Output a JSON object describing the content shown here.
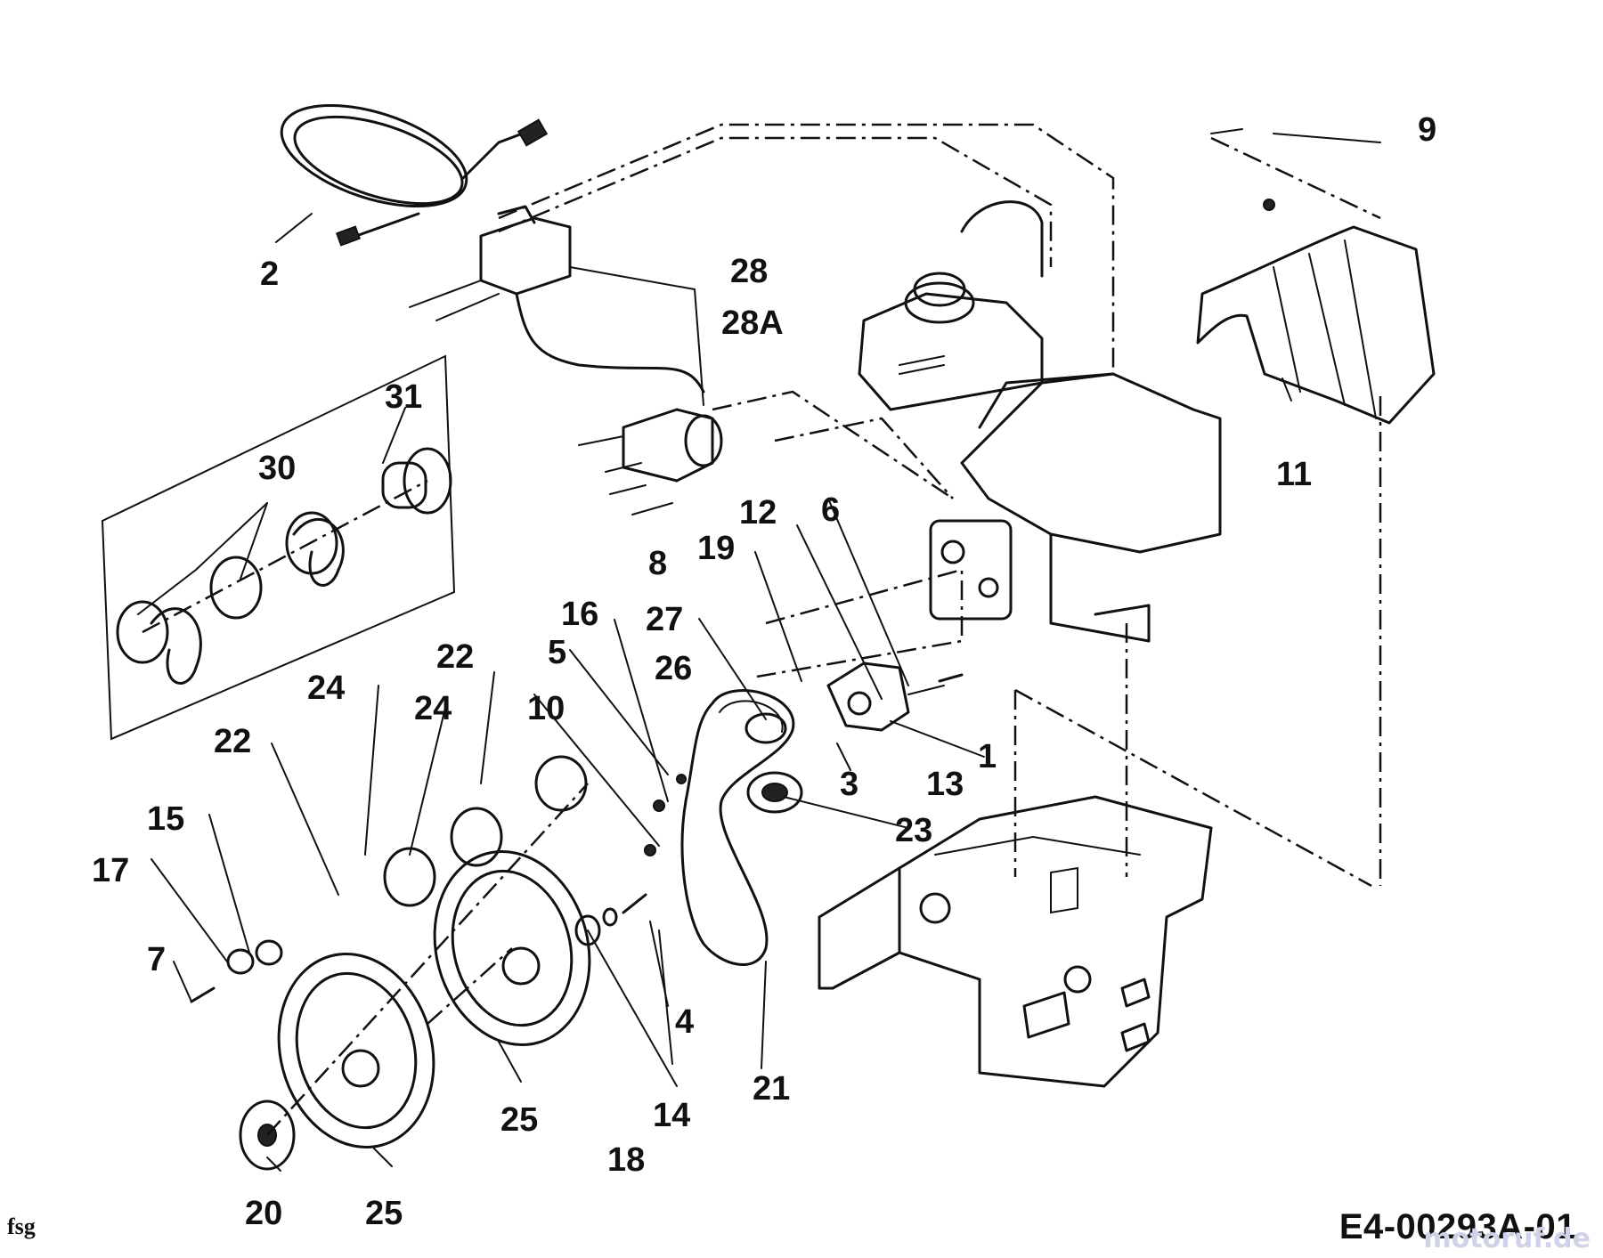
{
  "callouts": [
    {
      "id": "1",
      "text": "1"
    },
    {
      "id": "2",
      "text": "2"
    },
    {
      "id": "3",
      "text": "3"
    },
    {
      "id": "4",
      "text": "4"
    },
    {
      "id": "5",
      "text": "5"
    },
    {
      "id": "6",
      "text": "6"
    },
    {
      "id": "7",
      "text": "7"
    },
    {
      "id": "8",
      "text": "8"
    },
    {
      "id": "9",
      "text": "9"
    },
    {
      "id": "10",
      "text": "10"
    },
    {
      "id": "11",
      "text": "11"
    },
    {
      "id": "12",
      "text": "12"
    },
    {
      "id": "13",
      "text": "13"
    },
    {
      "id": "14",
      "text": "14"
    },
    {
      "id": "15",
      "text": "15"
    },
    {
      "id": "16",
      "text": "16"
    },
    {
      "id": "17",
      "text": "17"
    },
    {
      "id": "18",
      "text": "18"
    },
    {
      "id": "19",
      "text": "19"
    },
    {
      "id": "20",
      "text": "20"
    },
    {
      "id": "21",
      "text": "21"
    },
    {
      "id": "22a",
      "text": "22"
    },
    {
      "id": "22b",
      "text": "22"
    },
    {
      "id": "23",
      "text": "23"
    },
    {
      "id": "24a",
      "text": "24"
    },
    {
      "id": "24b",
      "text": "24"
    },
    {
      "id": "25a",
      "text": "25"
    },
    {
      "id": "25b",
      "text": "25"
    },
    {
      "id": "26",
      "text": "26"
    },
    {
      "id": "27",
      "text": "27"
    },
    {
      "id": "28",
      "text": "28"
    },
    {
      "id": "28A",
      "text": "28A"
    },
    {
      "id": "30",
      "text": "30"
    },
    {
      "id": "31",
      "text": "31"
    }
  ],
  "footer": {
    "left_note": "fsg",
    "diagram_code": "E4-00293A-01",
    "watermark": "motoruf.de"
  }
}
